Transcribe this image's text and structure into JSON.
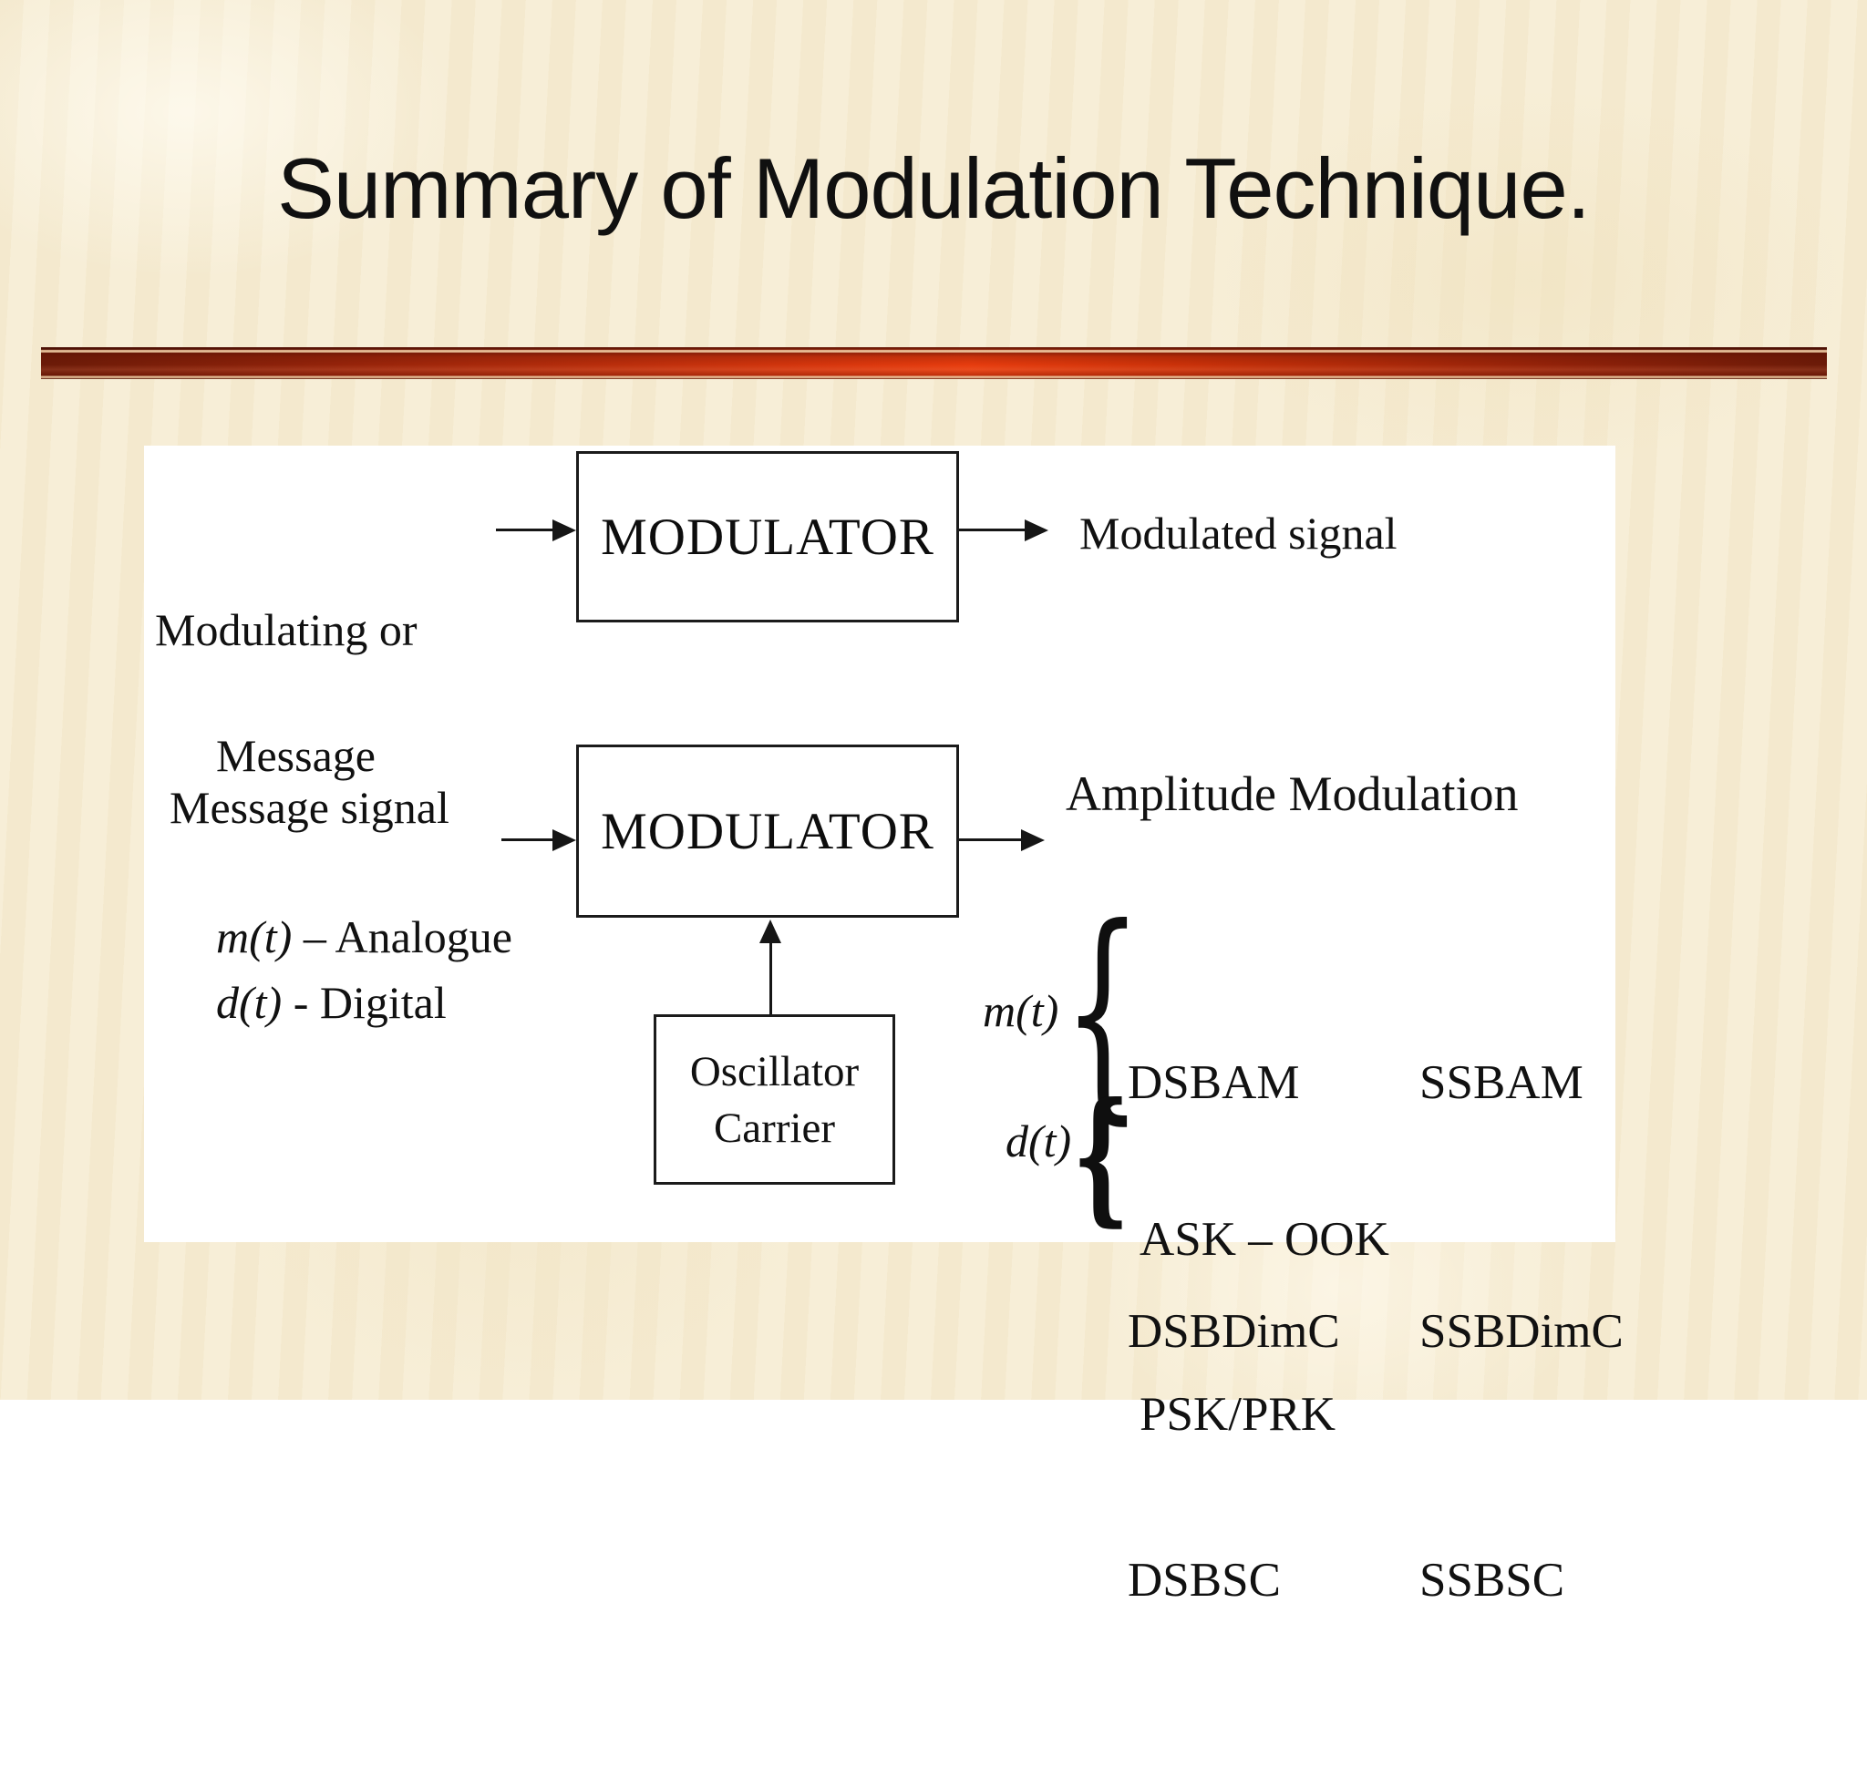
{
  "slide": {
    "title": "Summary of Modulation Technique.",
    "background_color": "#f6ecd3",
    "text_color": "#111111",
    "divider": {
      "edge_color": "#6b1b08",
      "center_color": "#e63c0e",
      "highlight_line_color": "#ebc8a0"
    },
    "panel_color": "#ffffff"
  },
  "diagram": {
    "generic_row": {
      "input_line1": "Modulating or",
      "input_line2": "Message signal",
      "modulator_label": "MODULATOR",
      "output_label": "Modulated signal"
    },
    "am_row": {
      "message_heading": "Message",
      "analogue": {
        "symbol": "m(t)",
        "rest": " – Analogue"
      },
      "digital": {
        "symbol": "d(t)",
        "rest": " - Digital"
      },
      "modulator_label": "MODULATOR",
      "oscillator_line1": "Oscillator",
      "oscillator_line2": "Carrier",
      "am_heading": "Amplitude Modulation",
      "mt_symbol": "m(t)",
      "dt_symbol": "d(t)",
      "brace_glyph": "{",
      "am_types_dsb": [
        "DSBAM",
        "DSBDimC",
        "DSBSC"
      ],
      "am_types_ssb": [
        "SSBAM",
        "SSBDimC",
        "SSBSC"
      ],
      "digital_types": [
        "ASK – OOK",
        "PSK/PRK"
      ]
    }
  }
}
